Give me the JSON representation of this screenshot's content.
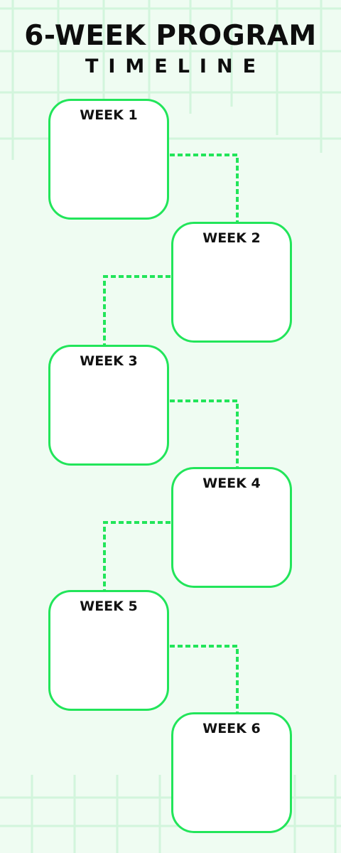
{
  "header": {
    "title": "6-WEEK PROGRAM",
    "subtitle": "TIMELINE"
  },
  "weeks": [
    {
      "label": "WEEK 1"
    },
    {
      "label": "WEEK 2"
    },
    {
      "label": "WEEK 3"
    },
    {
      "label": "WEEK 4"
    },
    {
      "label": "WEEK 5"
    },
    {
      "label": "WEEK 6"
    }
  ],
  "colors": {
    "background": "#effcf2",
    "grid": "#d2f5dc",
    "accent": "#22e55a",
    "card_fill": "#ffffff",
    "text": "#0d0d0d"
  }
}
